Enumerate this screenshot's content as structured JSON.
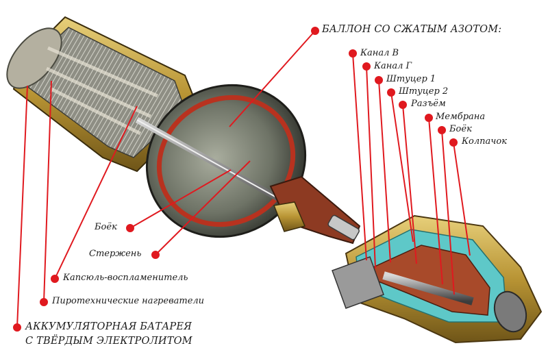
{
  "labels": {
    "nitrogen_cylinder": "БАЛЛОН СО СЖАТЫМ АЗОТОМ:",
    "channel_v": "Канал В",
    "channel_g": "Канал Г",
    "fitting_1": "Штуцер 1",
    "fitting_2": "Штуцер 2",
    "connector": "Разъём",
    "membrane": "Мембрана",
    "striker_right": "Боёк",
    "cap": "Колпачок",
    "striker_left": "Боёк",
    "rod": "Стержень",
    "primer_igniter": "Капсюль-воспламенитель",
    "pyro_heaters": "Пиротехнические нагреватели",
    "battery_line1": "АККУМУЛЯТОРНАЯ БАТАРЕЯ",
    "battery_line2": "С ТВЁРДЫМ ЭЛЕКТРОЛИТОМ"
  },
  "colors": {
    "leader": "#e0191f",
    "text": "#1a1a1a",
    "brass": "#c9a642",
    "cyan": "#5ec8c8",
    "rust": "#a84a2a",
    "steel": "#6f6f6f"
  }
}
